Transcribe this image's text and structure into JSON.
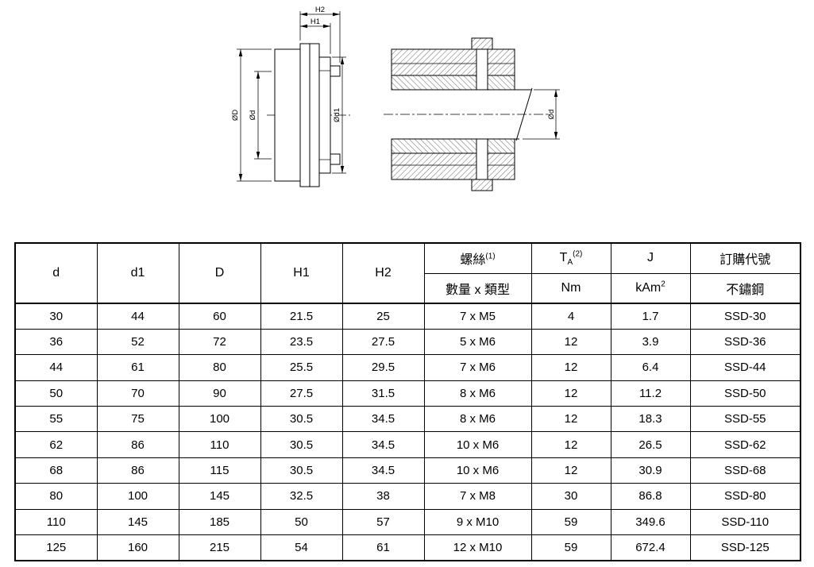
{
  "drawing": {
    "section_view_labels": {
      "H2": "H2",
      "H1": "H1",
      "OD": "ØD",
      "Od": "Ød",
      "Od1": "Ød1"
    },
    "side_view_labels": {
      "Od": "Ød"
    }
  },
  "table": {
    "header": {
      "d": "d",
      "d1": "d1",
      "D": "D",
      "H1": "H1",
      "H2": "H2",
      "screws_label": "螺絲",
      "screws_sup": "(1)",
      "screws_sub_label": "數量 x 類型",
      "torque_symbol": "T",
      "torque_subscript": "A",
      "torque_sup": "(2)",
      "torque_unit": "Nm",
      "inertia_symbol": "J",
      "inertia_unit_base": "kAm",
      "inertia_unit_sup": "2",
      "order_label": "訂購代號",
      "order_material": "不鏽鋼"
    },
    "rows": [
      [
        "30",
        "44",
        "60",
        "21.5",
        "25",
        "7 x M5",
        "4",
        "1.7",
        "SSD-30"
      ],
      [
        "36",
        "52",
        "72",
        "23.5",
        "27.5",
        "5 x M6",
        "12",
        "3.9",
        "SSD-36"
      ],
      [
        "44",
        "61",
        "80",
        "25.5",
        "29.5",
        "7 x M6",
        "12",
        "6.4",
        "SSD-44"
      ],
      [
        "50",
        "70",
        "90",
        "27.5",
        "31.5",
        "8 x M6",
        "12",
        "11.2",
        "SSD-50"
      ],
      [
        "55",
        "75",
        "100",
        "30.5",
        "34.5",
        "8 x M6",
        "12",
        "18.3",
        "SSD-55"
      ],
      [
        "62",
        "86",
        "110",
        "30.5",
        "34.5",
        "10 x M6",
        "12",
        "26.5",
        "SSD-62"
      ],
      [
        "68",
        "86",
        "115",
        "30.5",
        "34.5",
        "10 x M6",
        "12",
        "30.9",
        "SSD-68"
      ],
      [
        "80",
        "100",
        "145",
        "32.5",
        "38",
        "7 x M8",
        "30",
        "86.8",
        "SSD-80"
      ],
      [
        "110",
        "145",
        "185",
        "50",
        "57",
        "9 x M10",
        "59",
        "349.6",
        "SSD-110"
      ],
      [
        "125",
        "160",
        "215",
        "54",
        "61",
        "12 x M10",
        "59",
        "672.4",
        "SSD-125"
      ]
    ]
  }
}
